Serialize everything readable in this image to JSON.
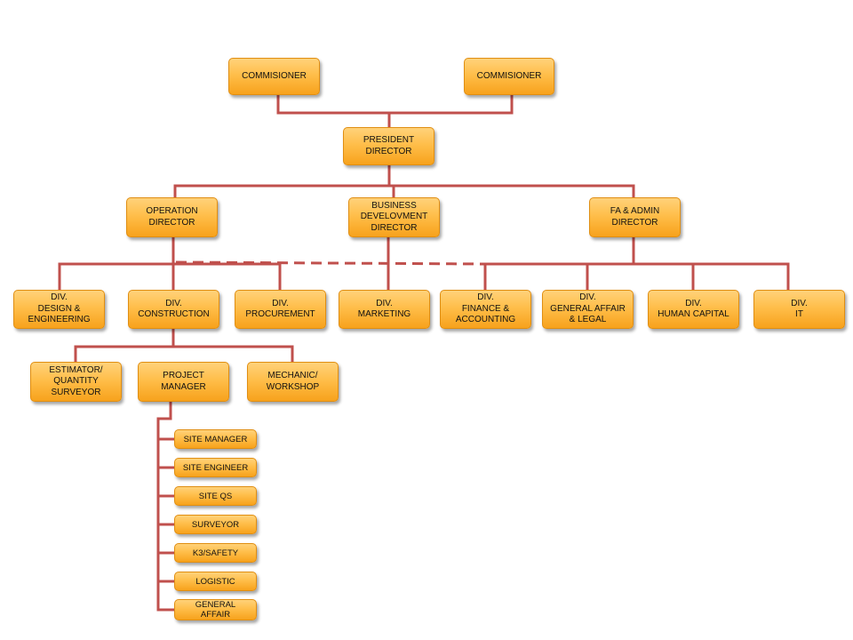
{
  "nodes": {
    "commissioner_1": "COMMISIONER",
    "commissioner_2": "COMMISIONER",
    "president_director": "PRESIDENT\nDIRECTOR",
    "operation_director": "OPERATION\nDIRECTOR",
    "business_development_director": "BUSINESS\nDEVELOVMENT\nDIRECTOR",
    "fa_admin_director": "FA & ADMIN\nDIRECTOR",
    "div_design_engineering": "DIV.\nDESIGN &\nENGINEERING",
    "div_construction": "DIV.\nCONSTRUCTION",
    "div_procurement": "DIV.\nPROCUREMENT",
    "div_marketing": "DIV.\nMARKETING",
    "div_finance_accounting": "DIV.\nFINANCE &\nACCOUNTING",
    "div_general_affair_legal": "DIV.\nGENERAL AFFAIR\n& LEGAL",
    "div_human_capital": "DIV.\nHUMAN CAPITAL",
    "div_it": "DIV.\nIT",
    "estimator_quantity_surveyor": "ESTIMATOR/\nQUANTITY\nSURVEYOR",
    "project_manager": "PROJECT\nMANAGER",
    "mechanic_workshop": "MECHANIC/\nWORKSHOP",
    "site_manager": "SITE MANAGER",
    "site_engineer": "SITE ENGINEER",
    "site_qs": "SITE QS",
    "surveyor": "SURVEYOR",
    "k3_safety": "K3/SAFETY",
    "logistic": "LOGISTIC",
    "general_affair": "GENERAL\nAFFAIR"
  },
  "colors": {
    "connector": "#c0504d",
    "box_fill": "#ffbe4a",
    "box_border": "#e08e12"
  }
}
